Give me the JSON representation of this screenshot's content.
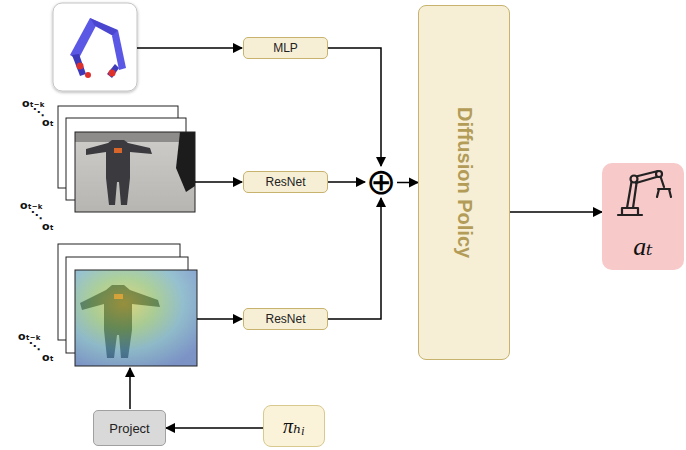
{
  "diagram": {
    "nodes": [
      {
        "text": [
          "MLP"
        ]
      },
      {
        "text": [
          "ResNet"
        ]
      },
      {
        "text": [
          "ResNet"
        ]
      },
      {
        "text": [
          "⊕"
        ]
      },
      {
        "text": [
          "Diffusion Policy"
        ]
      },
      {
        "text": [
          "aₜ"
        ]
      },
      {
        "text": [
          "Project"
        ]
      },
      {
        "text": [
          "πₕᵢ"
        ]
      }
    ],
    "edges": [
      {
        "from": 0,
        "to": 3,
        "arrow": "to"
      },
      {
        "from": 1,
        "to": 3,
        "arrow": "to"
      },
      {
        "from": 2,
        "to": 3,
        "arrow": "to"
      },
      {
        "from": 3,
        "to": 4,
        "arrow": "to"
      },
      {
        "from": 4,
        "to": 5,
        "arrow": "to"
      },
      {
        "from": 7,
        "to": 6,
        "arrow": "to"
      }
    ],
    "labels": [
      "oₜ₋ₖ",
      "⋱",
      "oₜ",
      "oₜ₋ₖ",
      "⋱",
      "oₜ",
      "oₜ₋ₖ",
      "⋱",
      "oₜ"
    ]
  }
}
